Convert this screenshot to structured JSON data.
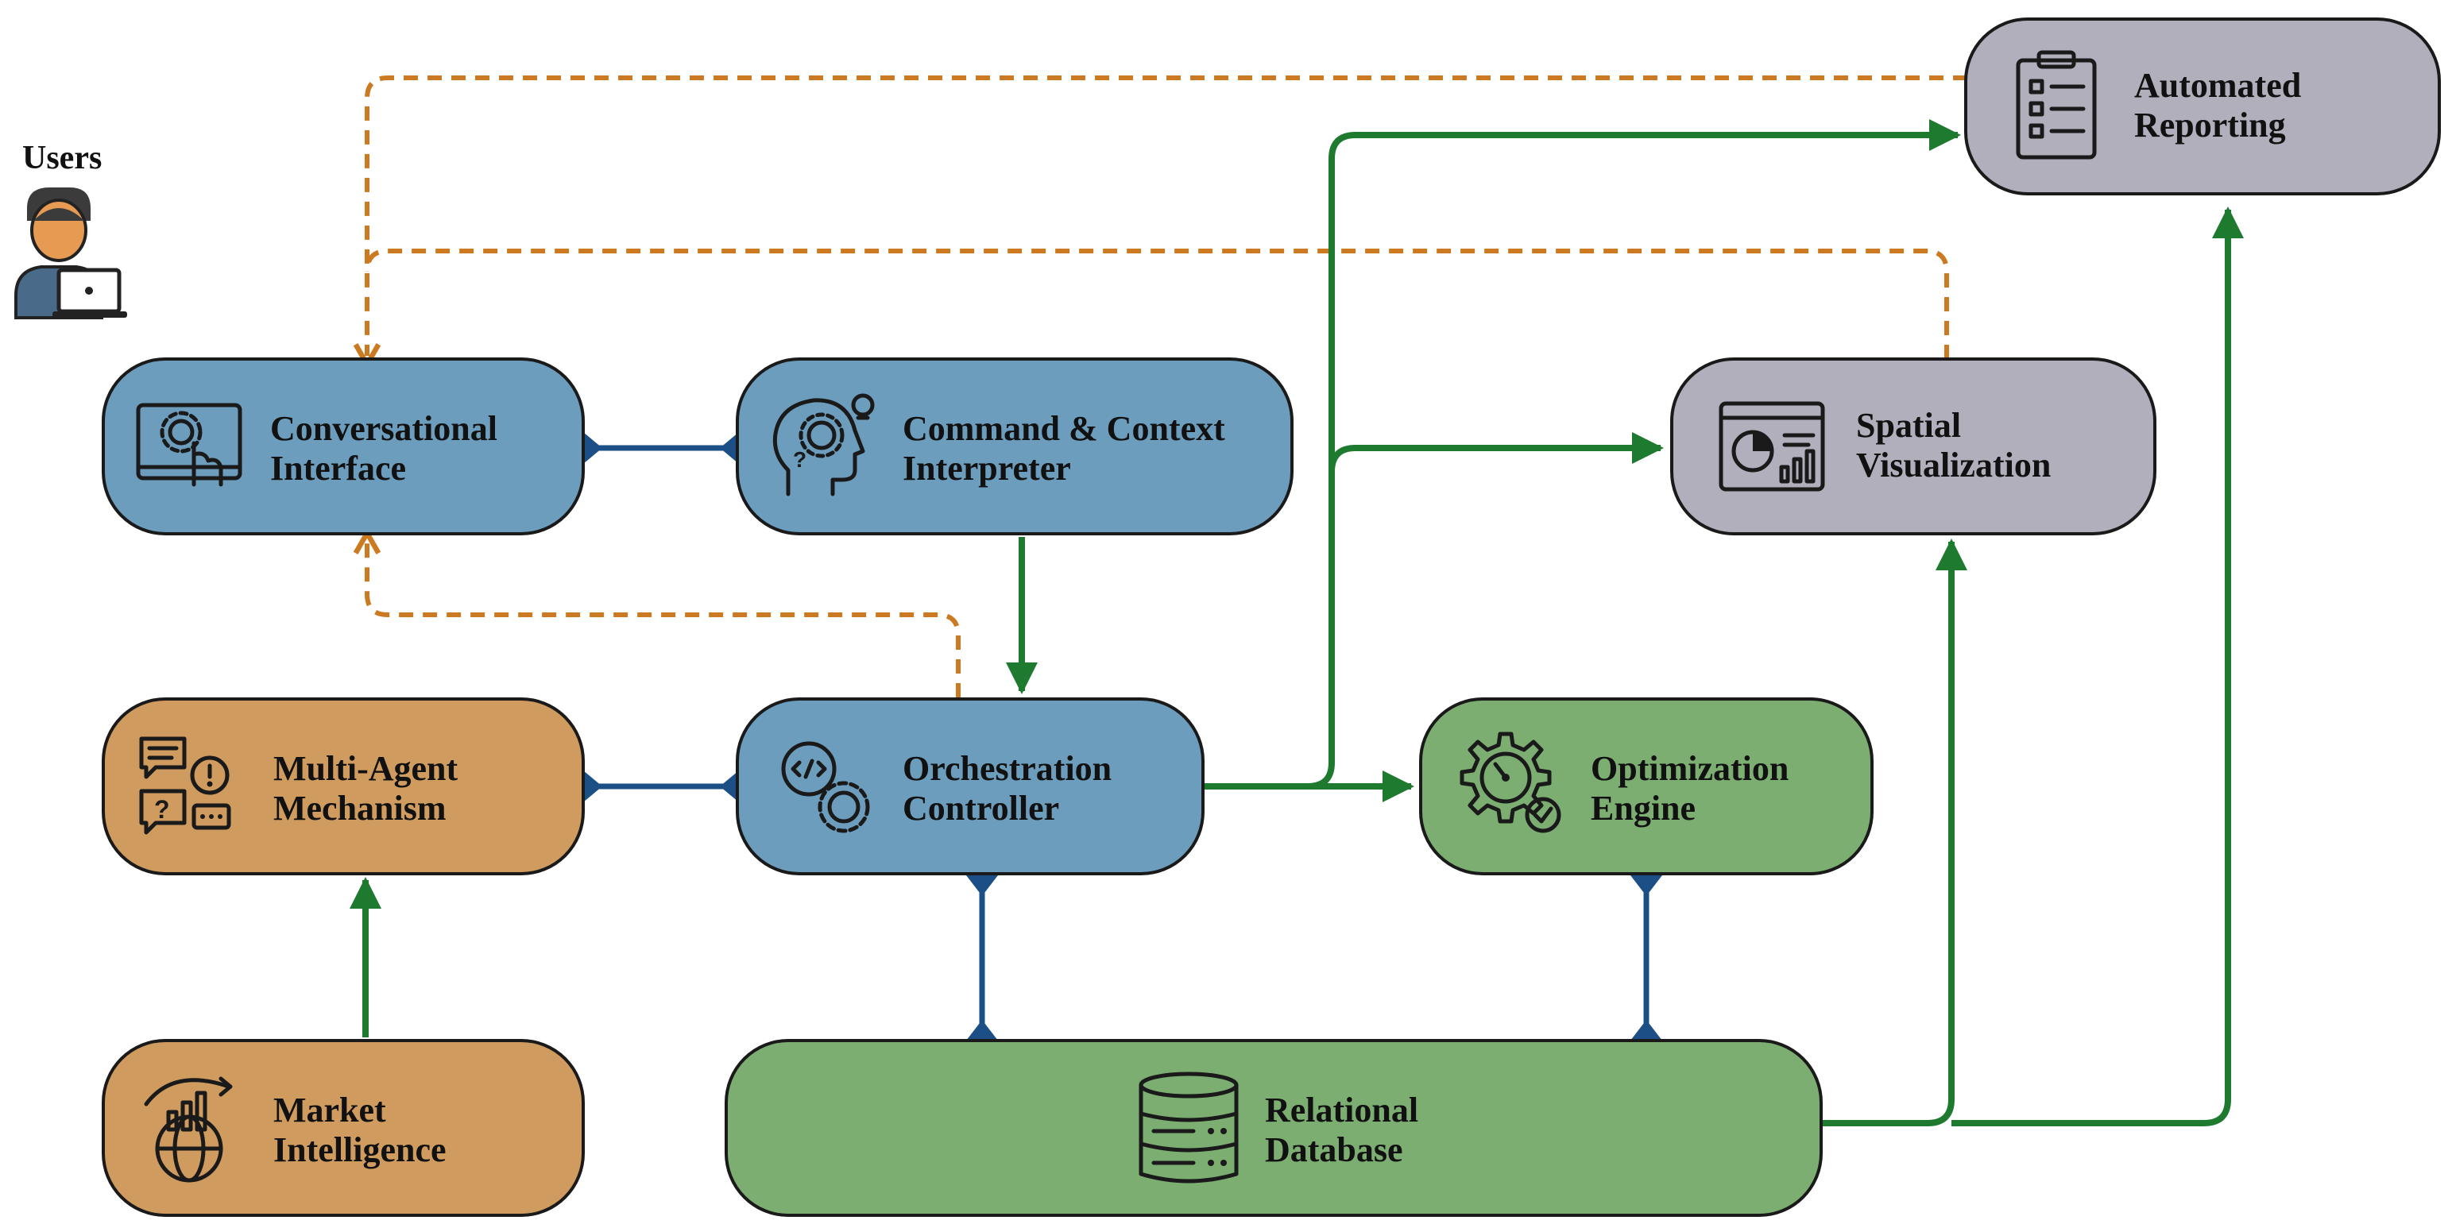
{
  "users": {
    "label": "Users"
  },
  "nodes": {
    "conversational_interface": {
      "line1": "Conversational",
      "line2": "Interface",
      "icon": "touchscreen-icon",
      "color": "#6d9dbd"
    },
    "command_context_interpreter": {
      "line1": "Command & Context",
      "line2": "Interpreter",
      "icon": "head-gear-icon",
      "color": "#6d9dbd"
    },
    "orchestration_controller": {
      "line1": "Orchestration",
      "line2": "Controller",
      "icon": "code-gear-icon",
      "color": "#6d9dbd"
    },
    "multi_agent_mechanism": {
      "line1": "Multi-Agent",
      "line2": "Mechanism",
      "icon": "chat-bubbles-icon",
      "color": "#cf9b5e"
    },
    "market_intelligence": {
      "line1": "Market",
      "line2": "Intelligence",
      "icon": "globe-chart-icon",
      "color": "#cf9b5e"
    },
    "optimization_engine": {
      "line1": "Optimization",
      "line2": "Engine",
      "icon": "gear-gauge-icon",
      "color": "#7cae72"
    },
    "relational_database": {
      "line1": "Relational",
      "line2": "Database",
      "icon": "database-icon",
      "color": "#7cae72"
    },
    "spatial_visualization": {
      "line1": "Spatial",
      "line2": "Visualization",
      "icon": "dashboard-chart-icon",
      "color": "#b0afbb"
    },
    "automated_reporting": {
      "line1": "Automated",
      "line2": "Reporting",
      "icon": "checklist-icon",
      "color": "#b0afbb"
    }
  },
  "colors": {
    "flow_arrow": "#1e7a2e",
    "feedback_arrow": "#cc7a22",
    "link_connector": "#1b4f86",
    "node_border": "#1a1a1a"
  }
}
